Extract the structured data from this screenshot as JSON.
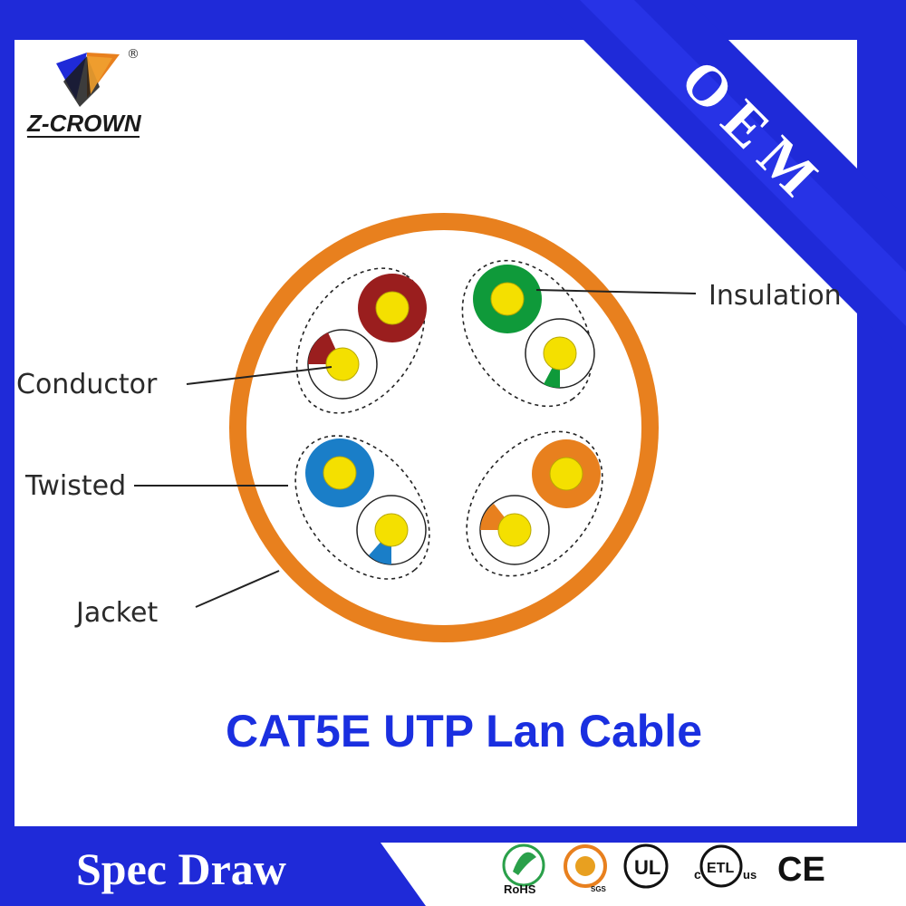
{
  "brand": {
    "name": "Z-CROWN",
    "registered": "®"
  },
  "banner": {
    "text": "OEM"
  },
  "title": "CAT5E UTP Lan Cable",
  "labels": {
    "insulation": "Insulation",
    "conductor": "Conductor",
    "twisted": "Twisted",
    "jacket": "Jacket"
  },
  "footer": {
    "text": "Spec Draw"
  },
  "certifications": {
    "rohs": "RoHS",
    "sgs": "SGS",
    "ul": "UL",
    "etl_c": "c",
    "etl": "ETL",
    "etl_us": "us",
    "ce": "CE"
  },
  "colors": {
    "frame": "#1f2ad8",
    "jacket": "#e8801e",
    "conductor": "#f4e000",
    "pair_brown": "#9a1e1e",
    "pair_green": "#0f9a3a",
    "pair_blue": "#1a7ec8",
    "pair_orange": "#e8801e",
    "title": "#1a2fe0"
  }
}
